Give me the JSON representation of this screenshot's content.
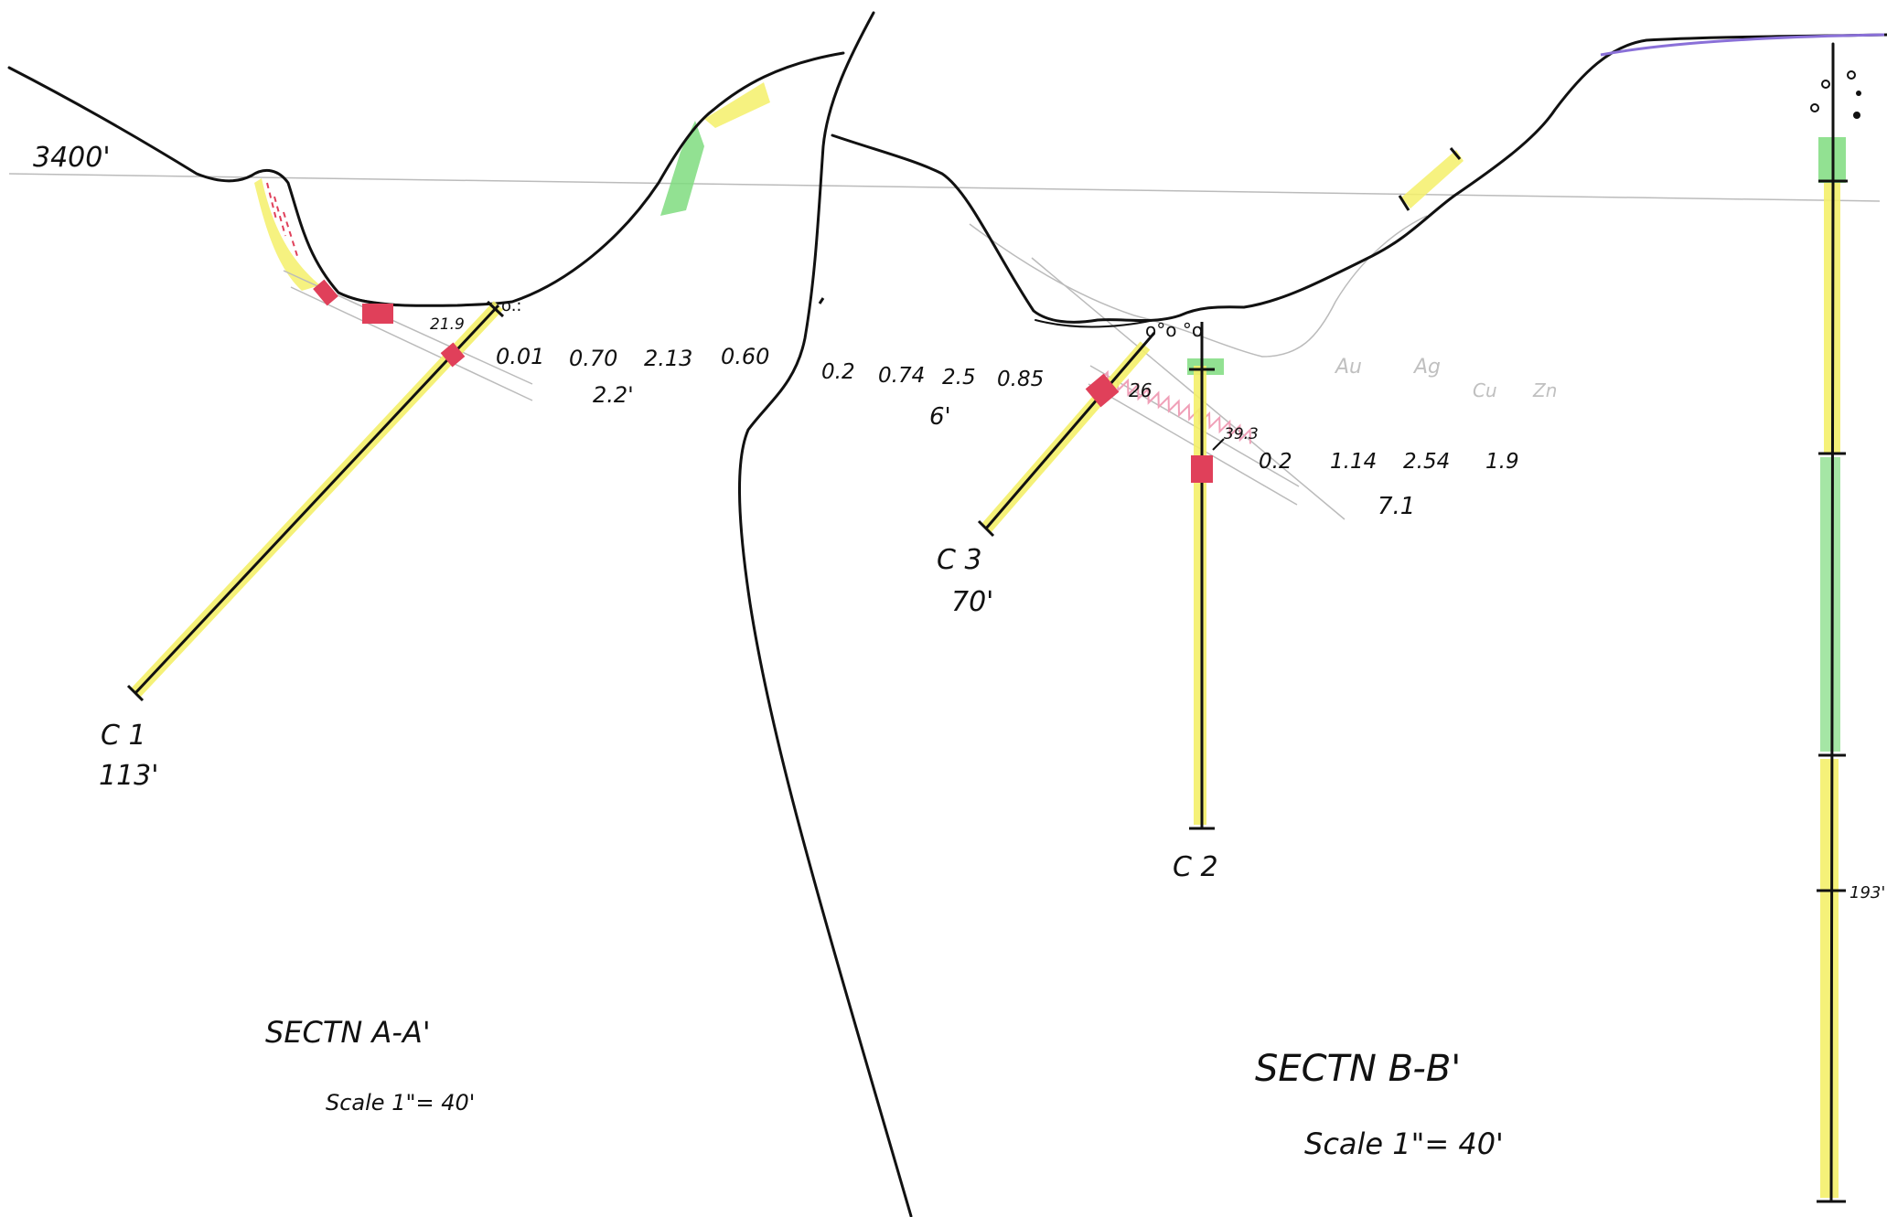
{
  "elevation_label": "3400'",
  "section_a": {
    "title": "SECTN A-A'",
    "scale": "Scale 1\"= 40'",
    "hole_c1": {
      "name": "C 1",
      "depth": "113'"
    },
    "intercept_value": "21.9",
    "assays": [
      "0.01",
      "0.70",
      "2.13",
      "0.60"
    ],
    "width": "2.2'",
    "collar_symbols": "o.:"
  },
  "section_b": {
    "title": "SECTN B-B'",
    "scale": "Scale 1\"= 40'",
    "hole_c3": {
      "name": "C 3",
      "depth": "70'",
      "intercept_value": "26"
    },
    "hole_c2": {
      "name": "C 2",
      "intercept_value": "39.3"
    },
    "assays_c3": [
      "0.2",
      "0.74",
      "2.5",
      "0.85"
    ],
    "width_c3": "6'",
    "assays_c2": [
      "0.2",
      "1.14",
      "2.54",
      "1.9"
    ],
    "width_c2": "7.1",
    "faint_labels": [
      "Au",
      "Ag",
      "Cu",
      "Zn"
    ],
    "collar_symbols": "o°o °o",
    "right_hole_depth": "193'"
  },
  "colors": {
    "ink": "#111111",
    "yellow": "#f4f06a",
    "green": "#7fdc7f",
    "red": "#e0405a",
    "pink": "#f0a0b8",
    "guide": "#bbbbbb"
  }
}
